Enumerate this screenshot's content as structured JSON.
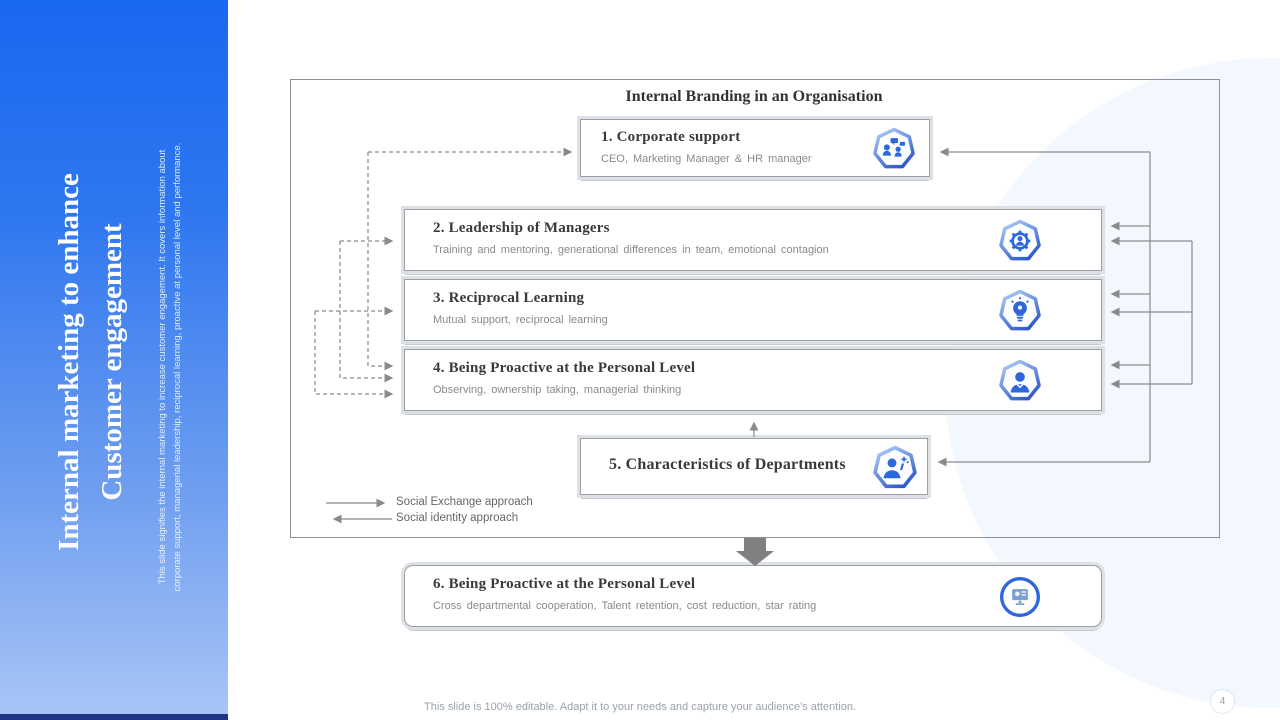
{
  "sidebar": {
    "title_line1": "Internal marketing to enhance",
    "title_line2": "Customer engagement",
    "description_line1": "This slide signifies the internal marketing to increase customer engagement. It covers information about",
    "description_line2": "corporate support, managerial leadership, reciprocal learning, proactive at personal level and performance."
  },
  "diagram": {
    "title": "Internal Branding in an Organisation",
    "boxes": [
      {
        "title": "1. Corporate support",
        "subtitle": "CEO, Marketing Manager & HR manager",
        "icon": "people-chat-icon"
      },
      {
        "title": "2. Leadership of Managers",
        "subtitle": "Training and mentoring, generational differences in team, emotional contagion",
        "icon": "gear-person-icon"
      },
      {
        "title": "3. Reciprocal Learning",
        "subtitle": "Mutual support, reciprocal learning",
        "icon": "idea-bulb-icon"
      },
      {
        "title": "4. Being Proactive at the Personal Level",
        "subtitle": "Observing, ownership taking, managerial thinking",
        "icon": "person-icon"
      },
      {
        "title": "5. Characteristics of Departments",
        "subtitle": "",
        "icon": "person-star-icon"
      },
      {
        "title": "6. Being Proactive at the Personal Level",
        "subtitle": "Cross departmental cooperation, Talent retention, cost reduction, star rating",
        "icon": "monitor-icon"
      }
    ],
    "legend": [
      {
        "label": "Social Exchange approach",
        "direction": "right"
      },
      {
        "label": "Social identity approach",
        "direction": "left"
      }
    ]
  },
  "footer": {
    "note": "This slide is 100% editable. Adapt it to your needs and capture your audience's attention.",
    "page_number": "4"
  },
  "colors": {
    "accent_blue": "#2e66dd",
    "sidebar_top": "#1a68f0",
    "sidebar_bottom": "#a9c6f6",
    "connector_gray": "#8a8a8a"
  }
}
